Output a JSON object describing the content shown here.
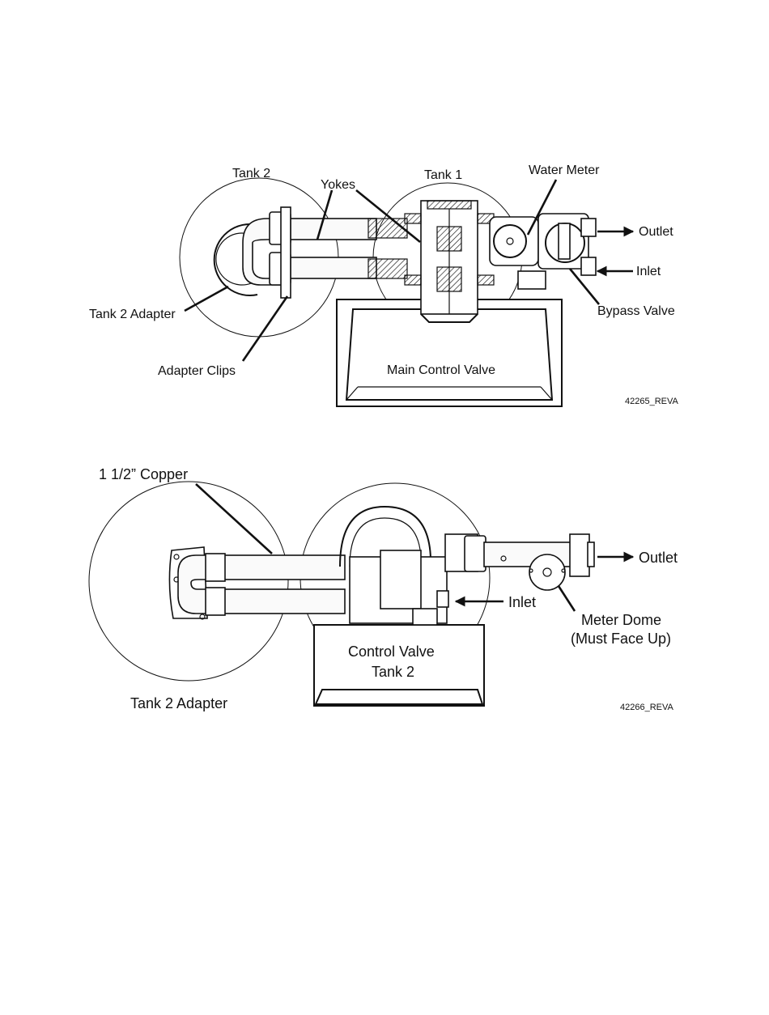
{
  "figure_top": {
    "labels": {
      "tank2": "Tank 2",
      "tank1": "Tank 1",
      "yokes": "Yokes",
      "water_meter": "Water Meter",
      "outlet": "Outlet",
      "inlet": "Inlet",
      "tank2_adapter": "Tank 2 Adapter",
      "bypass_valve": "Bypass Valve",
      "adapter_clips": "Adapter Clips",
      "main_control_valve": "Main Control Valve"
    },
    "code": "42265_REVA"
  },
  "figure_bottom": {
    "labels": {
      "copper": "1 1/2” Copper",
      "outlet": "Outlet",
      "inlet": "Inlet",
      "meter_dome": "Meter Dome",
      "must_face_up": "(Must Face Up)",
      "control_valve": "Control Valve",
      "tank2": "Tank 2",
      "tank2_adapter": "Tank 2 Adapter"
    },
    "code": "42266_REVA"
  }
}
